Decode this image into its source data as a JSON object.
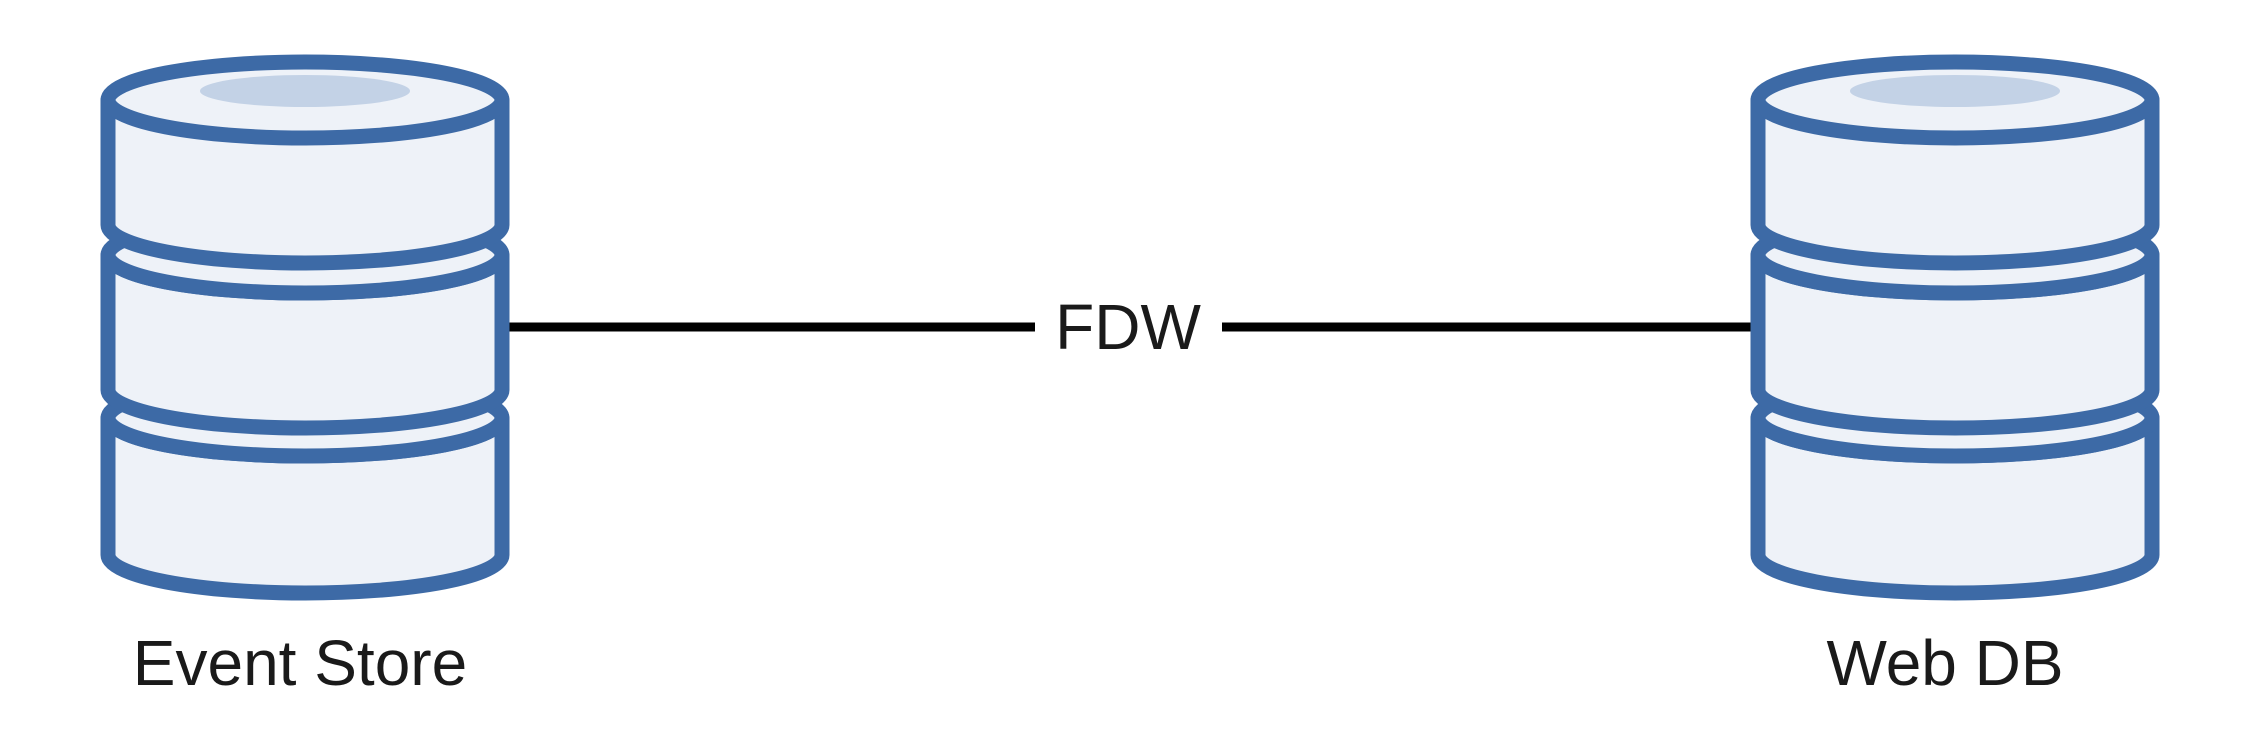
{
  "diagram": {
    "nodes": [
      {
        "id": "event-store",
        "label": "Event Store",
        "icon": "database-icon"
      },
      {
        "id": "web-db",
        "label": "Web DB",
        "icon": "database-icon"
      }
    ],
    "edges": [
      {
        "from": "event-store",
        "to": "web-db",
        "label": "FDW"
      }
    ]
  },
  "colors": {
    "db_stroke": "#3d6aa6",
    "db_fill": "#eef2f8",
    "db_top_inner": "#c3d2e6",
    "edge": "#000000",
    "text": "#1a1a1a"
  }
}
